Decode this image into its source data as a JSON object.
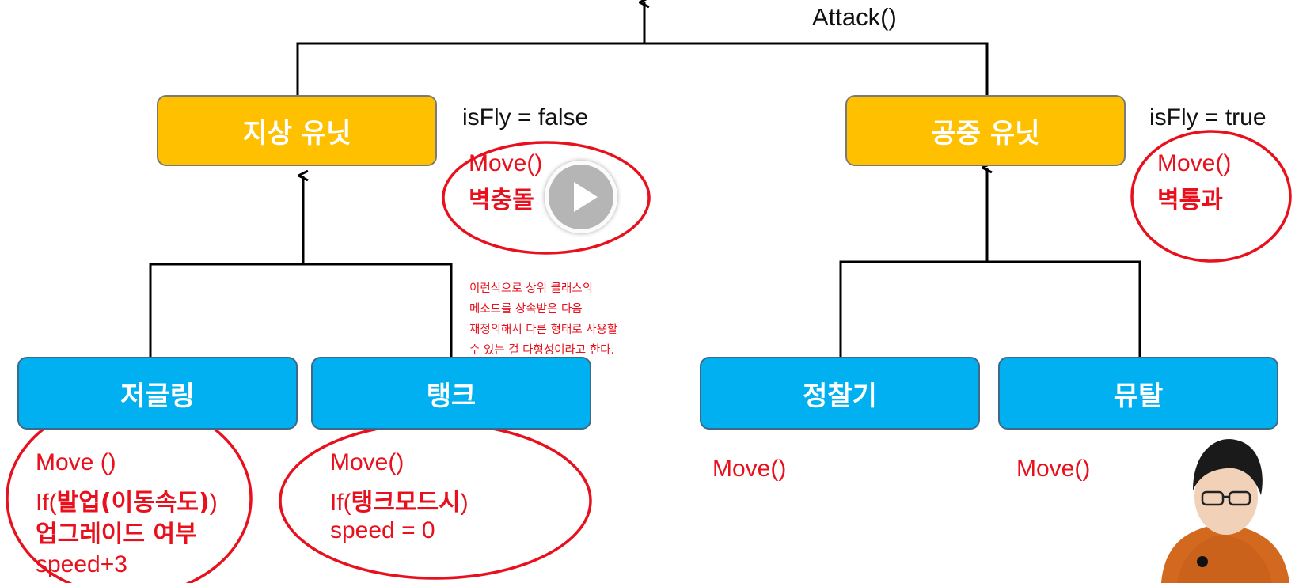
{
  "colors": {
    "parent_box": "#FFC000",
    "child_box": "#00B0F0",
    "annotation_red": "#E8101C",
    "text_black": "#111111"
  },
  "top": {
    "attack_label": "Attack()"
  },
  "ground_unit": {
    "title": "지상 유닛",
    "property": "isFly = false",
    "method": "Move()",
    "behavior": "벽충돌"
  },
  "air_unit": {
    "title": "공중 유닛",
    "property": "isFly = true",
    "method": "Move()",
    "behavior": "벽통과"
  },
  "zergling": {
    "title": "저글링",
    "line1": "Move ()",
    "line2_prefix": "If(",
    "line2_bold": "발업(이동속도)",
    "line2_suffix": ")",
    "line3": "업그레이드 여부",
    "line4": "speed+3"
  },
  "tank": {
    "title": "탱크",
    "line1": "Move()",
    "line2_prefix": "If(",
    "line2_bold": "탱크모드시",
    "line2_suffix": ")",
    "line3": "speed = 0"
  },
  "scout": {
    "title": "정찰기",
    "method": "Move()"
  },
  "mutal": {
    "title": "뮤탈",
    "method": "Move()"
  },
  "note": "이런식으로 상위 클래스의 메소드를 상속받은 다음 재정의해서 다른 형태로 사용할 수 있는 걸 다형성이라고 한다.",
  "icons": {
    "play": "play-icon",
    "up_arrow": "arrow-up-icon"
  }
}
